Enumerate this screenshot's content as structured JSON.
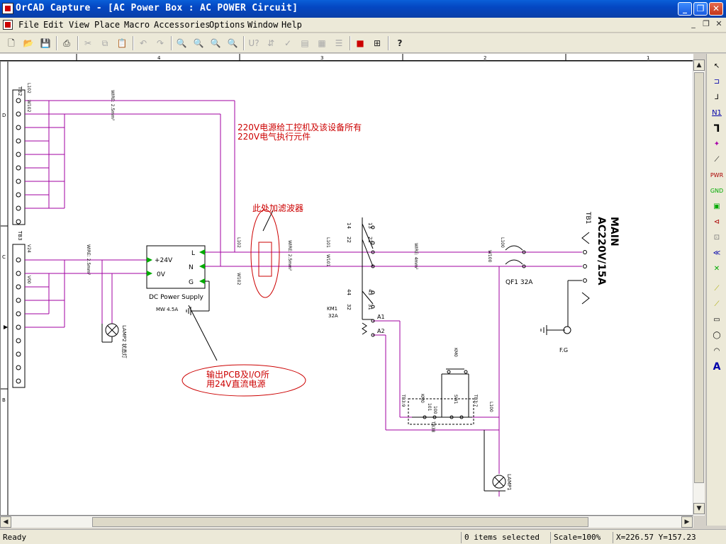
{
  "window": {
    "title": "OrCAD Capture - [AC Power Box : AC POWER Circuit]",
    "buttons": {
      "minimize": "_",
      "restore": "❐",
      "close": "✕"
    }
  },
  "menu": {
    "items": [
      {
        "label": "File"
      },
      {
        "label": "Edit"
      },
      {
        "label": "View"
      },
      {
        "label": "Place"
      },
      {
        "label": "Macro"
      },
      {
        "label": "Accessories"
      },
      {
        "label": "Options"
      },
      {
        "label": "Window"
      },
      {
        "label": "Help"
      }
    ],
    "mdi_buttons": {
      "minimize": "_",
      "restore": "❐",
      "close": "✕"
    }
  },
  "toolbar": {
    "icons": [
      "new-icon",
      "open-icon",
      "save-icon",
      "print-icon",
      "cut-icon",
      "copy-icon",
      "paste-icon",
      "undo-icon",
      "redo-icon",
      "zoom-in-icon",
      "zoom-out-icon",
      "zoom-area-icon",
      "zoom-all-icon",
      "annotate-icon",
      "back-annotate-icon",
      "drc-icon",
      "netlist-icon",
      "crossref-icon",
      "bom-icon",
      "snap-grid-icon",
      "project-manager-icon",
      "help-icon"
    ]
  },
  "ruler": {
    "columns": [
      "4",
      "3",
      "2",
      "1"
    ],
    "rows": [
      "D",
      "C",
      "B"
    ]
  },
  "palette": {
    "labels": {
      "net_alias": "N1",
      "power": "PWR",
      "ground": "GND",
      "text": "A"
    }
  },
  "schematic": {
    "annotations": {
      "note1_line1": "220V电源给工控机及该设备所有",
      "note1_line2": "220V电气执行元件",
      "filter_note": "此处加滤波器",
      "dc_note_line1": "输出PCB及I/O所",
      "dc_note_line2": "用24V直流电源"
    },
    "main_label": {
      "line1": "MAIN",
      "line2": "AC220V/15A"
    },
    "tb1_label": "TB1",
    "tb2_label": "TB2",
    "tb3_label": "TB3",
    "dc_supply": {
      "name": "DC Power Supply",
      "rating": "MW 4.5A",
      "pins": {
        "p24": "+24V",
        "p0": "0V",
        "L": "L",
        "N": "N",
        "G": "G"
      }
    },
    "breaker": {
      "name": "QF1 32A"
    },
    "contactor": {
      "name": "KM1",
      "rating": "32A",
      "a1": "A1",
      "a2": "A2"
    },
    "fg_label": "F.G",
    "lamp1": "LAMP1",
    "lamp2": "LAMP2 状态灯",
    "wire_labels": {
      "w1": "WIRE: 2.5mm²",
      "w2": "WIRE: 2.5mm²",
      "w3": "WIRE: 2.5mm²",
      "w4": "WIRE: 4mm²",
      "l102": "L102",
      "w102": "W102",
      "l101": "L101",
      "w101": "W101",
      "l100": "L100",
      "w100": "W100",
      "v24": "V24",
      "v00": "V00"
    },
    "contacts": {
      "c13": "13",
      "c14": "14",
      "c22": "22",
      "c21": "21",
      "c43": "43",
      "c44": "44",
      "c31": "31",
      "c32": "32"
    },
    "switch_labels": {
      "km0": "KM0",
      "sw1": "SW1",
      "tb39": "TB3:9",
      "tb37": "TB3:7",
      "b38": "TB38",
      "k101": "101",
      "k100": "100"
    }
  },
  "status": {
    "ready": "Ready",
    "selection": "0 items selected",
    "scale": "Scale=100%",
    "coords": "X=226.57   Y=157.23"
  }
}
